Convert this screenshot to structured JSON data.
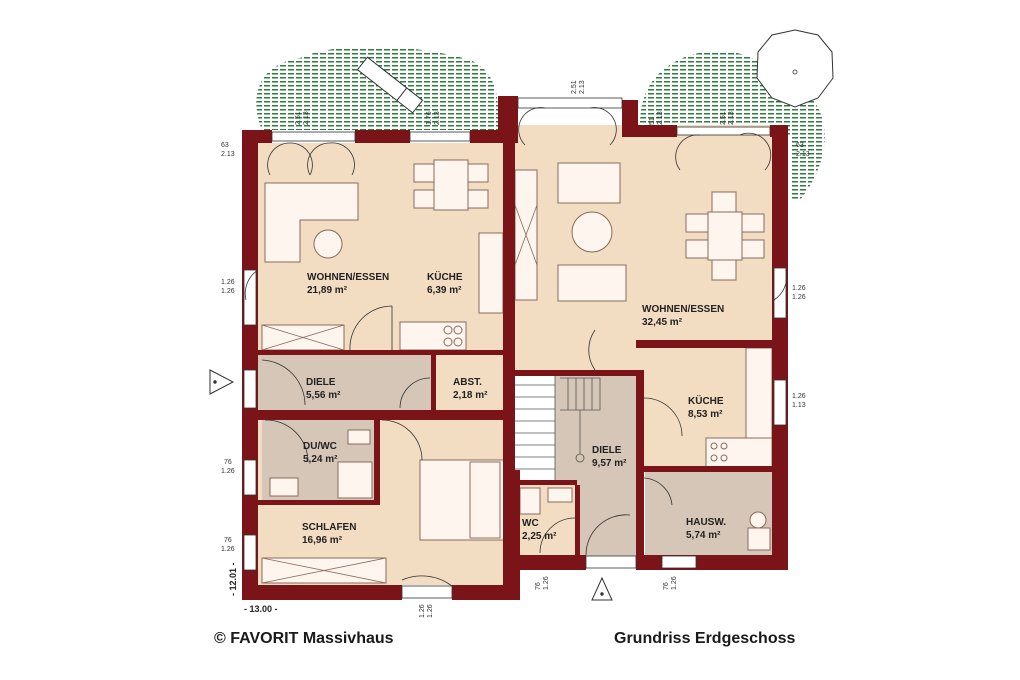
{
  "plan": {
    "copyright": "© FAVORIT Massivhaus",
    "caption": "Grundriss Erdgeschoss",
    "overall_width": "- 13.00 -",
    "overall_depth": "- 12.01 -",
    "colors": {
      "wall": "#7a1418",
      "floor": "#f2dcc2",
      "furniture": "#fdf5ee",
      "terrace": "#2f7a3f",
      "grey_room": "#d6c6b8"
    }
  },
  "rooms": [
    {
      "id": "wohnen-left",
      "name": "WOHNEN/ESSEN",
      "area": "21,89 m²"
    },
    {
      "id": "kueche-left",
      "name": "KÜCHE",
      "area": "6,39 m²"
    },
    {
      "id": "diele-left",
      "name": "DIELE",
      "area": "5,56 m²"
    },
    {
      "id": "abst",
      "name": "ABST.",
      "area": "2,18 m²"
    },
    {
      "id": "duwc",
      "name": "DU/WC",
      "area": "5,24 m²"
    },
    {
      "id": "schlafen",
      "name": "SCHLAFEN",
      "area": "16,96 m²"
    },
    {
      "id": "wohnen-right",
      "name": "WOHNEN/ESSEN",
      "area": "32,45 m²"
    },
    {
      "id": "kueche-right",
      "name": "KÜCHE",
      "area": "8,53 m²"
    },
    {
      "id": "diele-right",
      "name": "DIELE",
      "area": "9,57 m²"
    },
    {
      "id": "wc",
      "name": "WC",
      "area": "2,25 m²"
    },
    {
      "id": "hausw",
      "name": "HAUSW.",
      "area": "5,74 m²"
    }
  ],
  "dimensions": {
    "d1": "2.51",
    "d2": "2.13",
    "d3": "1.76",
    "d4": "2.13",
    "d5": "2.51",
    "d6": "2.13",
    "d7": "51",
    "d8": "2.13",
    "d9": "2.51",
    "d10": "2.13",
    "d11": "63",
    "d12": "2.13",
    "d13": "63",
    "d14": "2.13",
    "d15": "1.26",
    "d16": "1.26",
    "d17": "1.26",
    "d18": "1.26",
    "d19": "1.26",
    "d20": "1.13",
    "d21": "76",
    "d22": "1.26",
    "d23": "76",
    "d24": "1.26",
    "d25": "1.26",
    "d26": "1.26",
    "d27": "76",
    "d28": "1.26",
    "d29": "76",
    "d30": "1.26"
  }
}
